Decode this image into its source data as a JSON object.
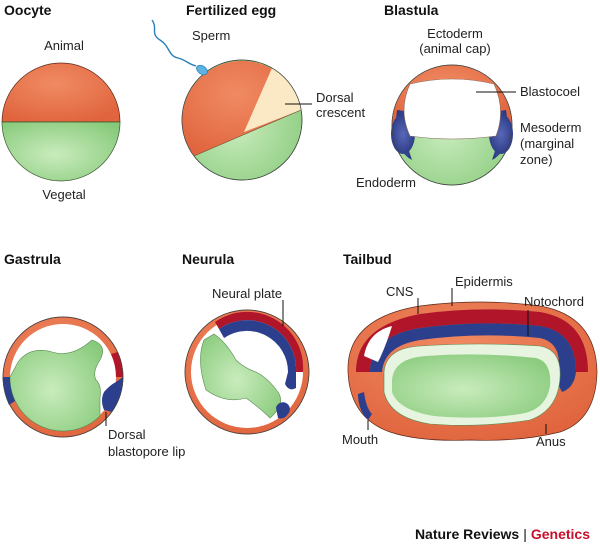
{
  "colors": {
    "animal": "#e36f4a",
    "vegetal": "#8fd083",
    "mesoderm": "#2b3f8c",
    "neural": "#b0152a",
    "dorsal_crescent": "#fbe9c5",
    "cavity": "#ffffff",
    "brand": "#c8102e"
  },
  "panels": {
    "oocyte": {
      "title": "Oocyte",
      "labels": {
        "animal": "Animal",
        "vegetal": "Vegetal"
      }
    },
    "fertilized": {
      "title": "Fertilized egg",
      "labels": {
        "sperm": "Sperm",
        "dorsal1": "Dorsal",
        "dorsal2": "crescent"
      }
    },
    "blastula": {
      "title": "Blastula",
      "labels": {
        "ecto1": "Ectoderm",
        "ecto2": "(animal cap)",
        "blastocoel": "Blastocoel",
        "meso1": "Mesoderm",
        "meso2": "(marginal",
        "meso3": "zone)",
        "endoderm": "Endoderm"
      }
    },
    "gastrula": {
      "title": "Gastrula",
      "labels": {
        "lip1": "Dorsal",
        "lip2": "blastopore lip"
      }
    },
    "neurula": {
      "title": "Neurula",
      "labels": {
        "neural_plate": "Neural plate"
      }
    },
    "tailbud": {
      "title": "Tailbud",
      "labels": {
        "cns": "CNS",
        "epidermis": "Epidermis",
        "notochord": "Notochord",
        "mouth": "Mouth",
        "anus": "Anus"
      }
    }
  },
  "credit": {
    "publisher": "Nature Reviews",
    "separator": "|",
    "journal": "Genetics"
  }
}
